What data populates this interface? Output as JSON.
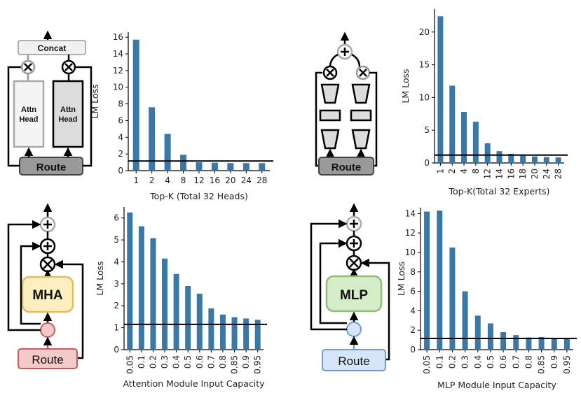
{
  "colors": {
    "bar": "#3a78a8",
    "reference_line": "#000000",
    "attn_head_light_fill": "#f4f4f4",
    "attn_head_dark_fill": "#dcdcdc",
    "concat_fill": "#f0f0f0",
    "route_gray_fill": "#999999",
    "mha_fill": "#fcefc0",
    "mha_stroke": "#e3bd5a",
    "mlp_fill": "#d5ecc9",
    "mlp_stroke": "#8fbf78",
    "route_red_fill": "#f5c9c9",
    "route_red_stroke": "#c85b5b",
    "route_blue_fill": "#d6e5f8",
    "route_blue_stroke": "#6f9bd1"
  },
  "diagrams": {
    "heads": {
      "concat": "Concat",
      "head1": [
        "Attn",
        "Head"
      ],
      "head2": [
        "Attn",
        "Head"
      ],
      "route": "Route"
    },
    "experts": {
      "route": "Route"
    },
    "mha": {
      "module": "MHA",
      "route": "Route"
    },
    "mlp": {
      "module": "MLP",
      "route": "Route"
    }
  },
  "chart_data": [
    {
      "type": "bar",
      "categories": [
        "1",
        "2",
        "4",
        "8",
        "12",
        "16",
        "20",
        "24",
        "28"
      ],
      "values": [
        15.7,
        7.6,
        4.4,
        1.9,
        1.0,
        0.95,
        0.9,
        0.9,
        0.9
      ],
      "reference_line": 1.15,
      "xlabel": "Top-K (Total 32 Heads)",
      "ylabel": "LM Loss",
      "ylim": [
        0,
        16.6
      ],
      "yticks": [
        0,
        2,
        4,
        6,
        8,
        10,
        12,
        14,
        16
      ],
      "grid": false
    },
    {
      "type": "bar",
      "categories": [
        "1",
        "2",
        "4",
        "8",
        "12",
        "14",
        "16",
        "18",
        "20",
        "24",
        "28"
      ],
      "values": [
        22.4,
        11.8,
        7.8,
        6.3,
        3.0,
        1.8,
        1.4,
        1.1,
        1.0,
        0.9,
        0.85
      ],
      "reference_line": 1.2,
      "xlabel": "Top-K(Total 32 Experts)",
      "ylabel": "LM Loss",
      "ylim": [
        0,
        23.5
      ],
      "yticks": [
        0,
        5,
        10,
        15,
        20
      ],
      "grid": false
    },
    {
      "type": "bar",
      "categories": [
        "0.05",
        "0.1",
        "0.2",
        "0.3",
        "0.4",
        "0.5",
        "0.6",
        "0.7",
        "0.8",
        "0.85",
        "0.9",
        "0.95"
      ],
      "values": [
        6.25,
        5.62,
        5.08,
        4.15,
        3.45,
        2.9,
        2.55,
        1.88,
        1.6,
        1.48,
        1.42,
        1.36
      ],
      "reference_line": 1.15,
      "xlabel": "Attention Module Input Capacity",
      "ylabel": "LM Loss",
      "ylim": [
        0,
        6.5
      ],
      "yticks": [
        0,
        1,
        2,
        3,
        4,
        5,
        6
      ],
      "grid": false
    },
    {
      "type": "bar",
      "categories": [
        "0.05",
        "0.1",
        "0.2",
        "0.3",
        "0.4",
        "0.5",
        "0.6",
        "0.7",
        "0.8",
        "0.85",
        "0.9",
        "0.95"
      ],
      "values": [
        14.2,
        14.3,
        10.5,
        6.0,
        3.5,
        2.7,
        1.8,
        1.5,
        1.25,
        1.3,
        1.15,
        1.1
      ],
      "reference_line": 1.15,
      "xlabel": "MLP Module Input Capacity",
      "ylabel": "LM Loss",
      "ylim": [
        0,
        14.6
      ],
      "yticks": [
        0,
        2,
        4,
        6,
        8,
        10,
        12,
        14
      ],
      "grid": false
    }
  ]
}
